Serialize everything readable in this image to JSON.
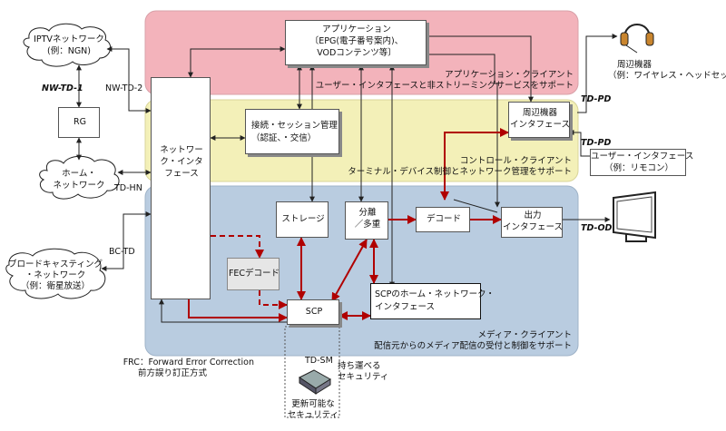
{
  "zones": {
    "application": {
      "title": "アプリケーション・クライアント",
      "subtitle": "ユーザー・インタフェースと非ストリーミングサービスをサポート"
    },
    "control": {
      "title": "コントロール・クライアント",
      "subtitle": "ターミナル・デバイス制御とネットワーク管理をサポート"
    },
    "media": {
      "title": "メディア・クライアント",
      "subtitle": "配信元からのメディア配信の受付と制御をサポート"
    }
  },
  "boxes": {
    "application": [
      "アプリケーション",
      "〔EPG(電子番号案内)、",
      "VODコンテンツ等〕"
    ],
    "network_interface": [
      "ネットワー",
      "ク・インタ",
      "フェース"
    ],
    "session_mgmt": [
      "接続・セッション管理",
      "（認証、・交信）"
    ],
    "peripheral_if": [
      "周辺機器",
      "インタフェース"
    ],
    "storage": "ストレージ",
    "demux": [
      "分離",
      "／多重"
    ],
    "decode": "デコード",
    "output_if": [
      "出力",
      "インタフェース"
    ],
    "fec_decode": "FECデコード",
    "scp": "SCP",
    "scp_home": [
      "SCPのホーム・ネットワーク・",
      "インタフェース"
    ],
    "rg": "RG"
  },
  "clouds": {
    "iptv": [
      "IPTVネットワーク",
      "(例：NGN)"
    ],
    "home": [
      "ホーム・",
      "ネットワーク"
    ],
    "broadcast": [
      "ブロードキャスティング",
      "・ネットワーク",
      "（例：衛星放送）"
    ]
  },
  "labels": {
    "nw_td_1": "NW-TD-1",
    "nw_td_2": "NW-TD-2",
    "td_hn": "TD-HN",
    "bc_td": "BC-TD",
    "td_pd_top": "TD-PD",
    "td_pd_mid": "TD-PD",
    "td_od": "TD-OD",
    "td_sm": "TD-SM",
    "peripheral_device": [
      "周辺機器",
      "（例：ワイヤレス・ヘッドセット）"
    ],
    "ui_remote": [
      "ユーザー・インタフェース",
      "（例：リモコン）"
    ],
    "portable_security": [
      "持ち運べる",
      "セキュリティ"
    ],
    "renewable_security": [
      "更新可能な",
      "セキュリティ"
    ],
    "frc_note": [
      "FRC：Forward Error Correction",
      "前方誤り訂正方式"
    ]
  },
  "colors": {
    "app_zone": "#f3b3bb",
    "control_zone": "#f3f0b8",
    "media_zone": "#b9cce0",
    "red_arrow": "#b00000"
  }
}
